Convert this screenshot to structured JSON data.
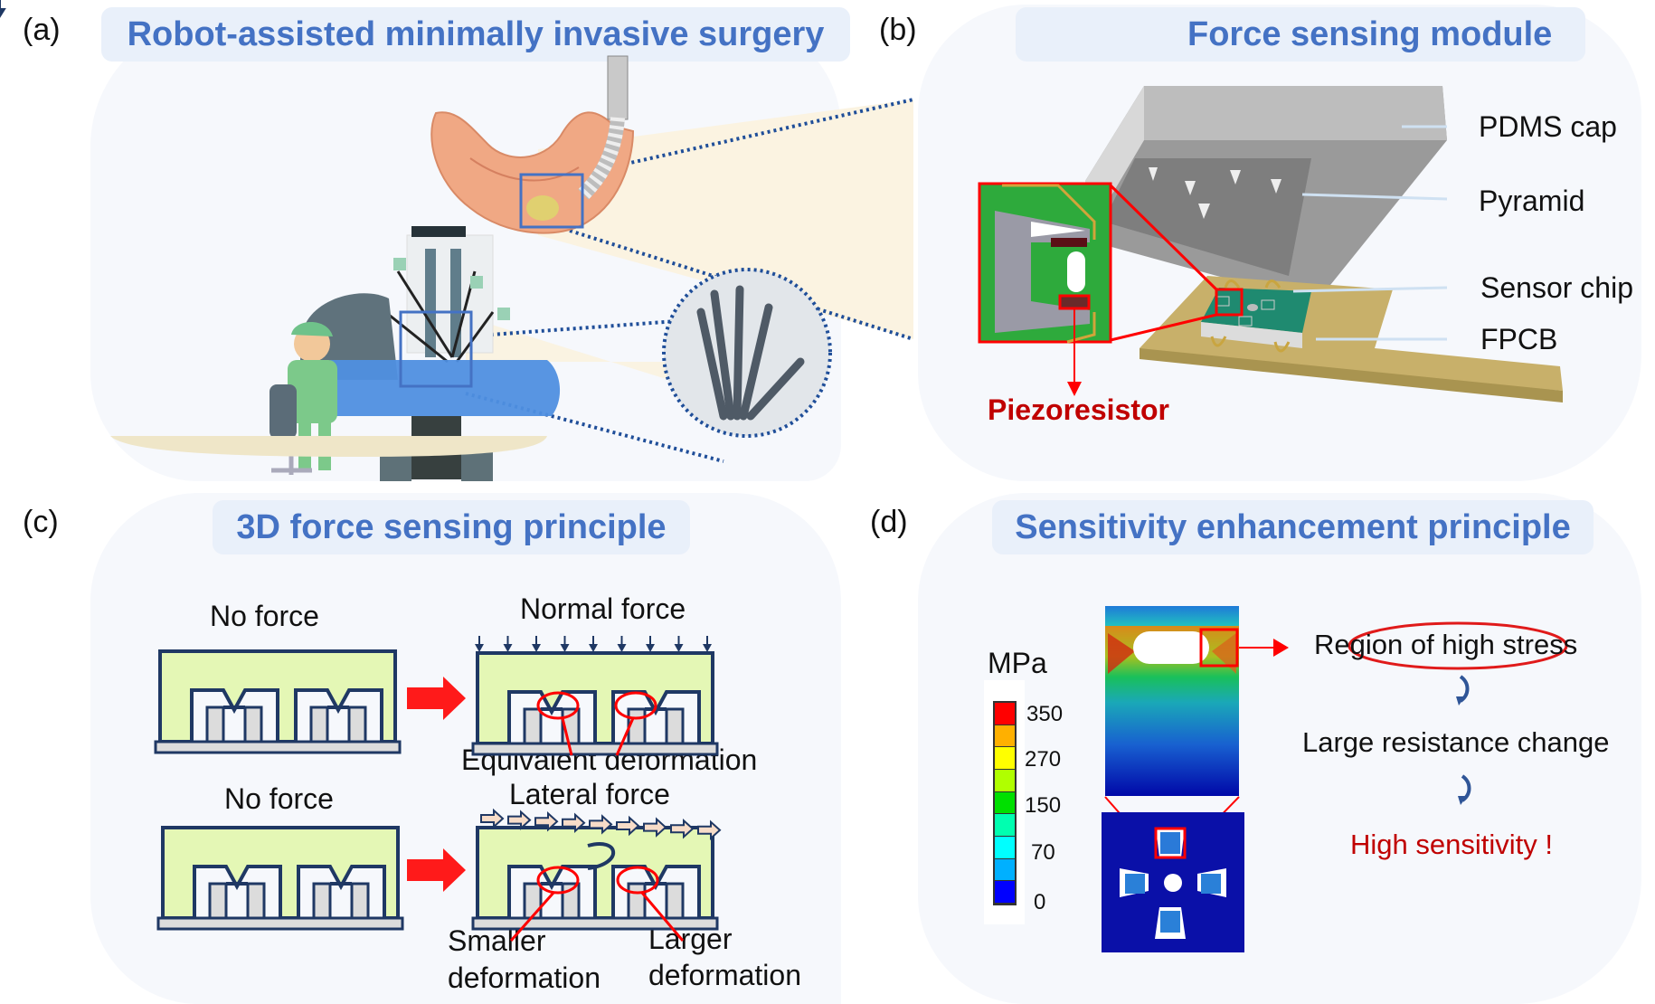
{
  "figure": {
    "panels": {
      "a": {
        "label": "(a)",
        "title": "Robot-assisted minimally invasive surgery",
        "illustrations": [
          "stomach-with-endoscope",
          "surgeon-at-console",
          "surgical-robot-patient-cart",
          "surgical-instruments-closeup"
        ]
      },
      "b": {
        "label": "(b)",
        "title": "Force sensing module",
        "callouts": [
          "PDMS cap",
          "Pyramid",
          "Sensor chip",
          "FPCB"
        ],
        "highlight_label": "Piezoresistor"
      },
      "c": {
        "label": "(c)",
        "title": "3D force sensing principle",
        "rows": [
          {
            "left_caption": "No force",
            "right_caption": "Normal force",
            "result": [
              "Equivalent deformation"
            ]
          },
          {
            "left_caption": "No force",
            "right_caption": "Lateral force",
            "result": [
              "Smaller deformation",
              "Larger deformation"
            ]
          }
        ],
        "result_labels": {
          "equivalent": "Equivalent deformation",
          "smaller_1": "Smaller",
          "smaller_2": "deformation",
          "larger_1": "Larger",
          "larger_2": "deformation"
        }
      },
      "d": {
        "label": "(d)",
        "title": "Sensitivity enhancement principle",
        "colorbar": {
          "unit": "MPa",
          "ticks": [
            "350",
            "270",
            "150",
            "70",
            "0"
          ],
          "colors": [
            "#ff0000",
            "#ffb000",
            "#ffff00",
            "#b0ff00",
            "#00e000",
            "#00ffb0",
            "#00ffff",
            "#00b0ff",
            "#0000ff"
          ]
        },
        "flow": [
          "Region of high stress",
          "Large resistance change",
          "High sensitivity !"
        ]
      }
    },
    "colors": {
      "title_blue": "#4472c4",
      "title_bg": "#e9f0fa",
      "panel_bg": "#f6f8fc",
      "highlight_red": "#c00000",
      "arrow_red": "#ff1a1a",
      "outline_navy": "#1f3864",
      "body_green": "#e4f7b5"
    }
  }
}
